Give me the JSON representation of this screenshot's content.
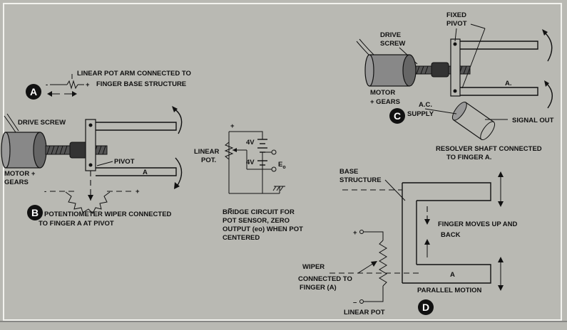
{
  "badges": {
    "a": "A",
    "b": "B",
    "c": "C",
    "d": "D"
  },
  "panel_a": {
    "label_line1": "LINEAR POT ARM CONNECTED TO",
    "label_line2": "FINGER BASE STRUCTURE",
    "plus": "+",
    "minus": "-"
  },
  "panel_b": {
    "drive_screw": "DRIVE SCREW",
    "motor_line1": "MOTOR +",
    "motor_line2": "GEARS",
    "pivot": "PIVOT",
    "finger": "A",
    "caption_line1": "POTENTIOMETER WIPER CONNECTED",
    "caption_line2": "TO FINGER A AT PIVOT",
    "plus": "+",
    "minus": "-"
  },
  "bridge": {
    "linear_pot_line1": "LINEAR",
    "linear_pot_line2": "POT.",
    "v_top": "4V",
    "v_bottom": "4V",
    "output": "E",
    "output_sub": "o",
    "plus": "+",
    "minus": "–",
    "caption_line1": "BRIDGE CIRCUIT FOR",
    "caption_line2": "POT SENSOR, ZERO",
    "caption_line3": "OUTPUT (eo) WHEN POT",
    "caption_line4": "CENTERED"
  },
  "panel_c": {
    "drive_line1": "DRIVE",
    "drive_line2": "SCREW",
    "fixed_line1": "FIXED",
    "fixed_line2": "PIVOT",
    "motor_line1": "MOTOR",
    "motor_line2": "+ GEARS",
    "finger": "A.",
    "ac_line1": "A.C.",
    "ac_line2": "SUPPLY",
    "signal_out": "SIGNAL OUT",
    "resolver_line1": "RESOLVER SHAFT CONNECTED",
    "resolver_line2": "TO FINGER A."
  },
  "panel_d": {
    "base_line1": "BASE",
    "base_line2": "STRUCTURE",
    "moves_line1": "FINGER MOVES UP AND",
    "moves_line2": "BACK",
    "wiper_line1": "WIPER",
    "wiper_line2": "CONNECTED TO",
    "wiper_line3": "FINGER (A)",
    "linear_pot": "LINEAR POT",
    "finger": "A",
    "parallel": "PARALLEL MOTION",
    "plus": "+",
    "minus": "–"
  },
  "colors": {
    "background": "#b9b9b3",
    "ink": "#111111",
    "badge_text": "#ffffff"
  }
}
